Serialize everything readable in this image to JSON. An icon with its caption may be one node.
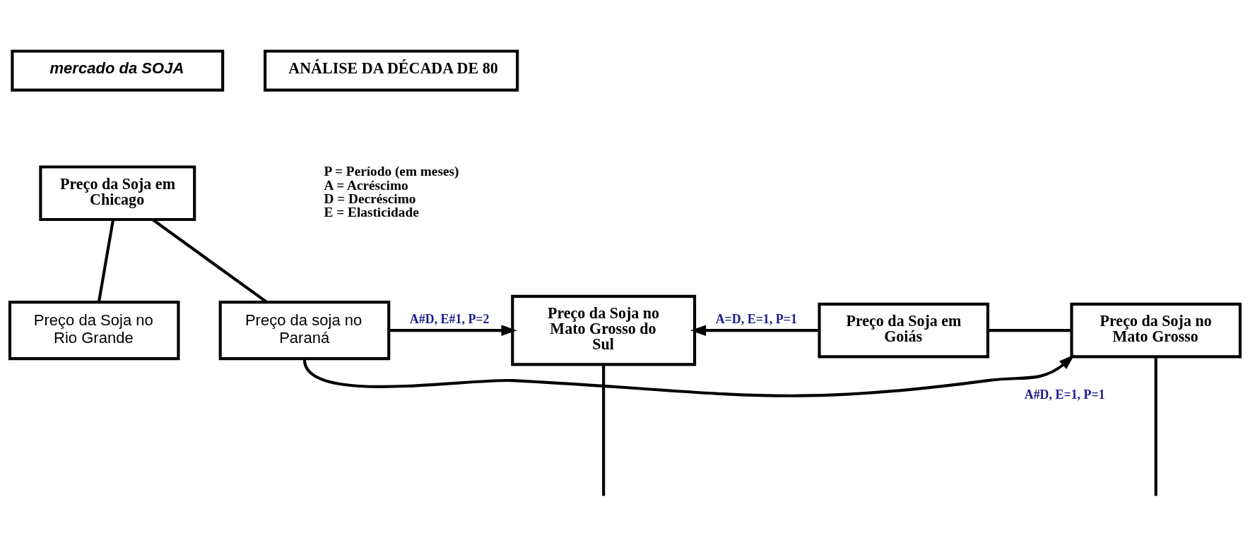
{
  "diagram": {
    "nodes": [
      {
        "text": [
          "mercado da SOJA"
        ]
      },
      {
        "text": [
          "ANÁLISE DA DÉCADA DE 80"
        ]
      },
      {
        "text": [
          "Preço da Soja em Chicago"
        ]
      },
      {
        "text": [
          "Preço da Soja no Rio Grande"
        ]
      },
      {
        "text": [
          "Preço da soja no Paraná"
        ]
      },
      {
        "text": [
          "Preço da Soja no Mato Grosso do Sul"
        ]
      },
      {
        "text": [
          "Preço da Soja em Goiás"
        ]
      },
      {
        "text": [
          "Preço da Soja no Mato Grosso"
        ]
      }
    ],
    "edges": [
      {
        "from": 2,
        "to": 3,
        "arrow": "none"
      },
      {
        "from": 2,
        "to": 4,
        "arrow": "none"
      },
      {
        "from": 4,
        "to": 5,
        "arrow": "to",
        "label": "A#D, E#1, P=2"
      },
      {
        "from": 6,
        "to": 5,
        "arrow": "to",
        "label": "A=D, E=1, P=1"
      },
      {
        "from": 6,
        "to": 7,
        "arrow": "none"
      },
      {
        "from": 4,
        "to": 7,
        "arrow": "to",
        "label": "A#D, E=1, P=1"
      },
      {
        "from": 5,
        "to": null,
        "arrow": "none"
      },
      {
        "from": 7,
        "to": null,
        "arrow": "none"
      }
    ],
    "labels": [
      "P = Período (em meses)",
      "A = Acréscimo",
      "D = Decréscimo",
      "E = Elasticidade"
    ]
  }
}
